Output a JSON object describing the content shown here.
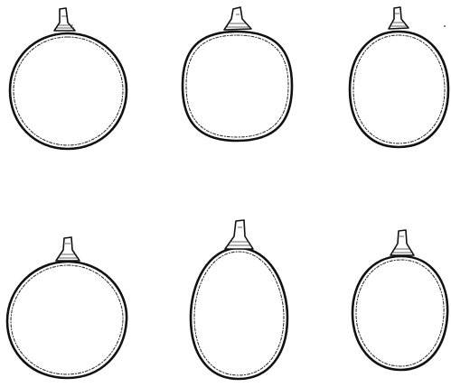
{
  "figure": {
    "panels": [
      {
        "shape": "near-circular outline with stem"
      },
      {
        "shape": "rounded-square outline with stem"
      },
      {
        "shape": "slightly oval outline with stem"
      },
      {
        "shape": "egg-shaped outline with stem"
      },
      {
        "shape": "tall elongated oval outline with stem"
      },
      {
        "shape": "oval outline with stem, narrower at bottom"
      }
    ]
  }
}
